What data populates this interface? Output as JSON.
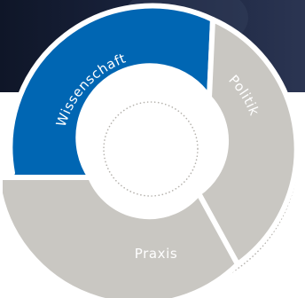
{
  "colors": {
    "background_dark": "#121a2e",
    "background_light": "#ffffff",
    "wissenschaft_fill": "#0066b3",
    "politik_fill": "#c9c7c2",
    "praxis_fill": "#c9c7c2",
    "gap": "#ffffff",
    "dots": "#b5b2ad"
  },
  "cycle": {
    "segments": [
      {
        "label": "Wissenschaft"
      },
      {
        "label": "Politik"
      },
      {
        "label": "Praxis"
      }
    ]
  }
}
